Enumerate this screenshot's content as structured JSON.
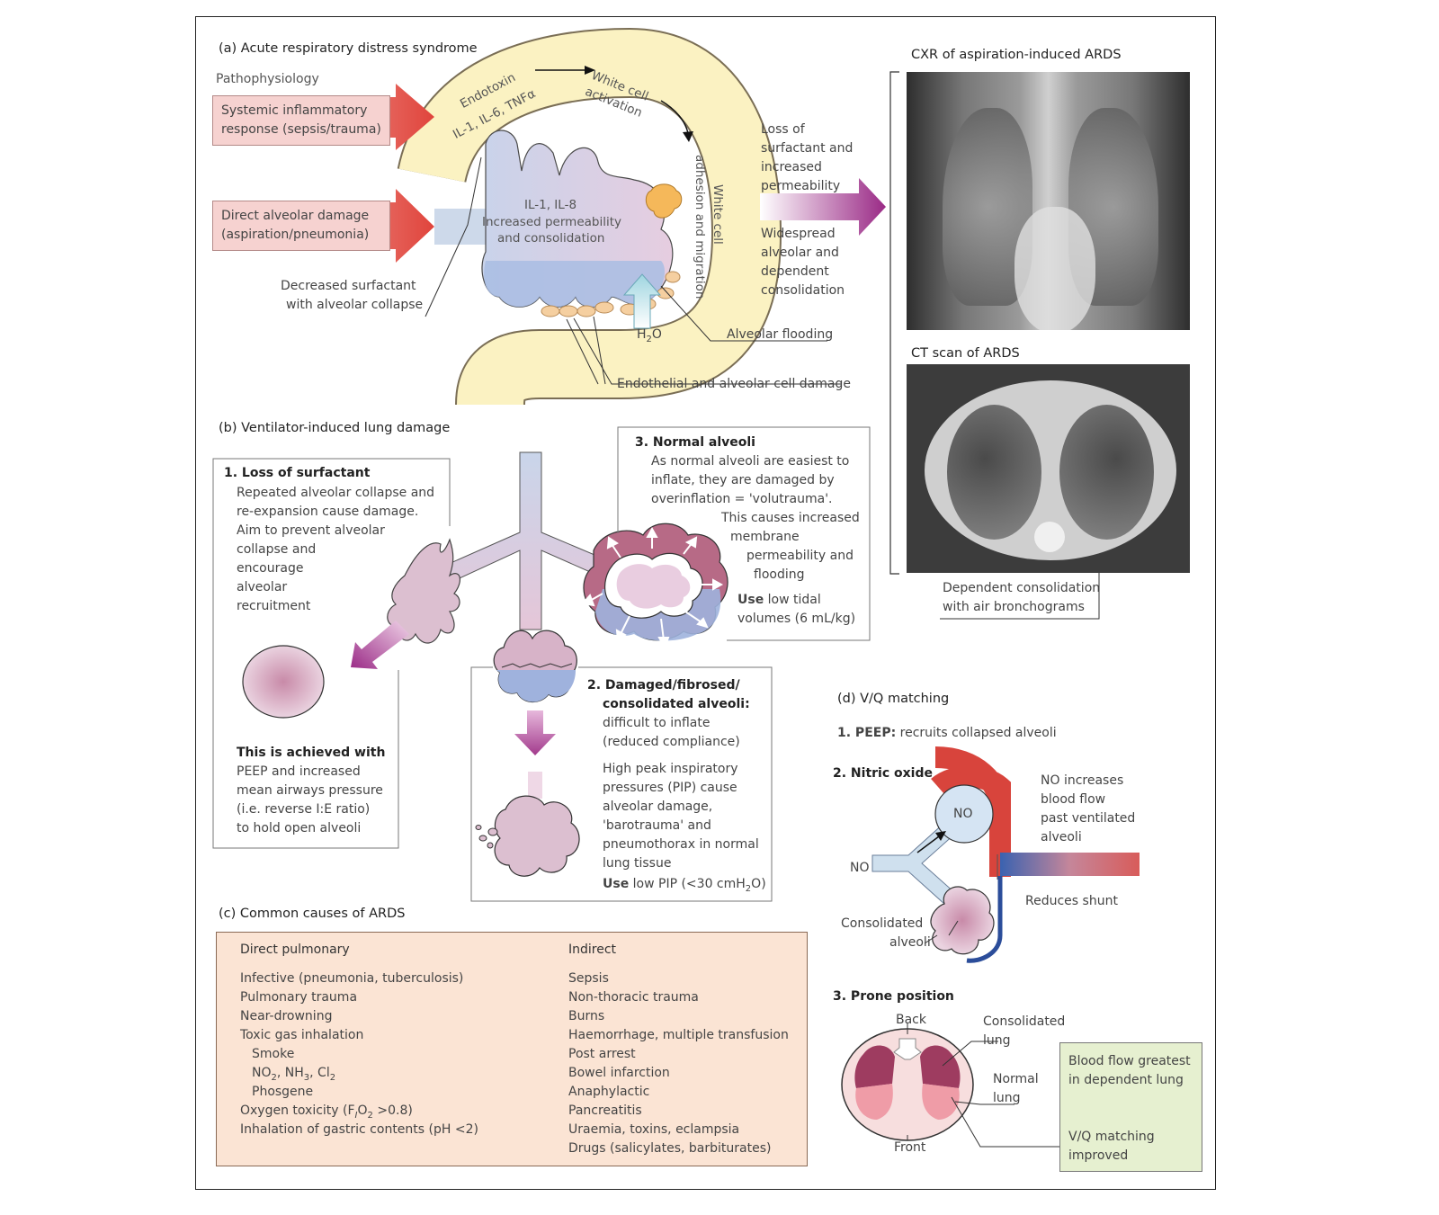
{
  "panel_a": {
    "title": "(a)   Acute respiratory distress syndrome",
    "pathophysiology": "Pathophysiology",
    "systemic_l1": "Systemic inflammatory",
    "systemic_l2": "response (sepsis/trauma)",
    "direct_l1": "Direct alveolar damage",
    "direct_l2": "(aspiration/pneumonia)",
    "endotoxin": "Endotoxin",
    "cytokines": "IL-1, IL-6, TNFα",
    "wc_activation_l1": "White cell",
    "wc_activation_l2": "activation",
    "wc_adhesion_l1": "White cell",
    "wc_adhesion_l2": "adhesion and migration",
    "il_inner": "IL-1, IL-8",
    "perm_l1": "Increased permeability",
    "perm_l2": "and consolidation",
    "surf_l1": "Decreased surfactant",
    "surf_l2": "with alveolar collapse",
    "water": "H",
    "water_sub": "2",
    "water_end": "O",
    "flooding": "Alveolar flooding",
    "endothelial": "Endothelial and alveolar cell damage",
    "loss_l1": "Loss of",
    "loss_l2": "surfactant and",
    "loss_l3": "increased",
    "loss_l4": "permeability",
    "wide_l1": "Widespread",
    "wide_l2": "alveolar and",
    "wide_l3": "dependent",
    "wide_l4": "consolidation"
  },
  "imaging": {
    "cxr_title": "CXR of aspiration-induced ARDS",
    "ct_title": "CT scan of ARDS",
    "dep_l1": "Dependent consolidation",
    "dep_l2": "with air bronchograms"
  },
  "panel_b": {
    "title": "(b)   Ventilator-induced lung damage",
    "s1_title": "1. Loss of surfactant",
    "s1_l1": "Repeated alveolar collapse and",
    "s1_l2": "re-expansion cause damage.",
    "s1_l3": "Aim to prevent alveolar",
    "s1_l4": "collapse and",
    "s1_l5": "encourage",
    "s1_l6": "alveolar",
    "s1_l7": "recruitment",
    "s1_ach": "This is achieved with",
    "s1_a1": "PEEP and increased",
    "s1_a2": "mean airways pressure",
    "s1_a3": "(i.e. reverse I:E ratio)",
    "s1_a4": "to hold open alveoli",
    "s3_title": "3. Normal alveoli",
    "s3_l1": "As normal alveoli are easiest to",
    "s3_l2": "inflate, they are damaged by",
    "s3_l3": "overinflation = 'volutrauma'.",
    "s3_l4": "This causes increased",
    "s3_l5": "membrane",
    "s3_l6": "permeability and",
    "s3_l7": "flooding",
    "s3_use": "Use",
    "s3_use_l1": " low tidal",
    "s3_use_l2": "volumes (6 mL/kg)",
    "s2_title_l1": "2. Damaged/fibrosed/",
    "s2_title_l2": "consolidated alveoli:",
    "s2_l1": "difficult to inflate",
    "s2_l2": "(reduced compliance)",
    "s2_l3": "High peak inspiratory",
    "s2_l4": "pressures (PIP) cause",
    "s2_l5": "alveolar damage,",
    "s2_l6": "'barotrauma' and",
    "s2_l7": "pneumothorax in normal",
    "s2_l8": "lung tissue",
    "s2_use": "Use",
    "s2_use_text": " low PIP (<30 cmH",
    "s2_use_sub": "2",
    "s2_use_end": "O)"
  },
  "panel_c": {
    "title": "(c)   Common causes of ARDS",
    "col1_header": "Direct pulmonary",
    "col2_header": "Indirect",
    "direct": {
      "d1": "Infective (pneumonia, tuberculosis)",
      "d2": "Pulmonary trauma",
      "d3": "Near-drowning",
      "d4": "Toxic gas inhalation",
      "d5": "Smoke",
      "d6a": "NO",
      "d6b": "2",
      "d6c": ", NH",
      "d6d": "3",
      "d6e": ", Cl",
      "d6f": "2",
      "d7": "Phosgene",
      "d8a": "Oxygen toxicity (F",
      "d8b": "I",
      "d8c": "O",
      "d8d": "2",
      "d8e": " >0.8)",
      "d9": "Inhalation of gastric contents (pH <2)"
    },
    "indirect": [
      "Sepsis",
      "Non-thoracic trauma",
      "Burns",
      "Haemorrhage, multiple transfusion",
      "Post arrest",
      "Bowel infarction",
      "Anaphylactic",
      "Pancreatitis",
      "Uraemia, toxins, eclampsia",
      "Drugs (salicylates, barbiturates)"
    ]
  },
  "panel_d": {
    "title": "(d)   V/Q matching",
    "peep_bold": "1. PEEP:",
    "peep_text": " recruits collapsed alveoli",
    "no_title": "2. Nitric oxide",
    "no_inside": "NO",
    "no_left": "NO",
    "no_inc_l1": "NO increases",
    "no_inc_l2": "blood flow",
    "no_inc_l3": "past ventilated",
    "no_inc_l4": "alveoli",
    "shunt": "Reduces shunt",
    "cons_l1": "Consolidated",
    "cons_l2": "alveoli",
    "prone_title": "3. Prone position",
    "back": "Back",
    "front": "Front",
    "cons_lung_l1": "Consolidated",
    "cons_lung_l2": "lung",
    "normal_l1": "Normal",
    "normal_l2": "lung",
    "green_l1": "Blood flow greatest",
    "green_l2": "in dependent lung",
    "green_l3": "V/Q matching",
    "green_l4": "improved"
  }
}
